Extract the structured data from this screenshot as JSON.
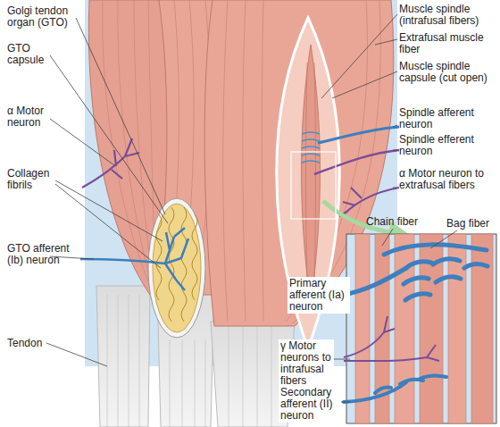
{
  "diagram": {
    "labels": [
      "Golgi tendon organ (GTO)",
      "GTO capsule",
      "α Motor neuron",
      "Collagen fibrils",
      "GTO afferent (Ib) neuron",
      "Tendon",
      "Muscle spindle (intrafusal fibers)",
      "Extrafusal muscle fiber",
      "Muscle spindle capsule (cut open)",
      "Spindle afferent neuron",
      "Spindle efferent neuron",
      "α Motor neuron to extrafusal fibers",
      "Chain fiber",
      "Bag fiber",
      "Primary afferent (Ia) neuron",
      "γ Motor neurons to intrafusal fibers",
      "Secondary afferent (II) neuron"
    ]
  }
}
